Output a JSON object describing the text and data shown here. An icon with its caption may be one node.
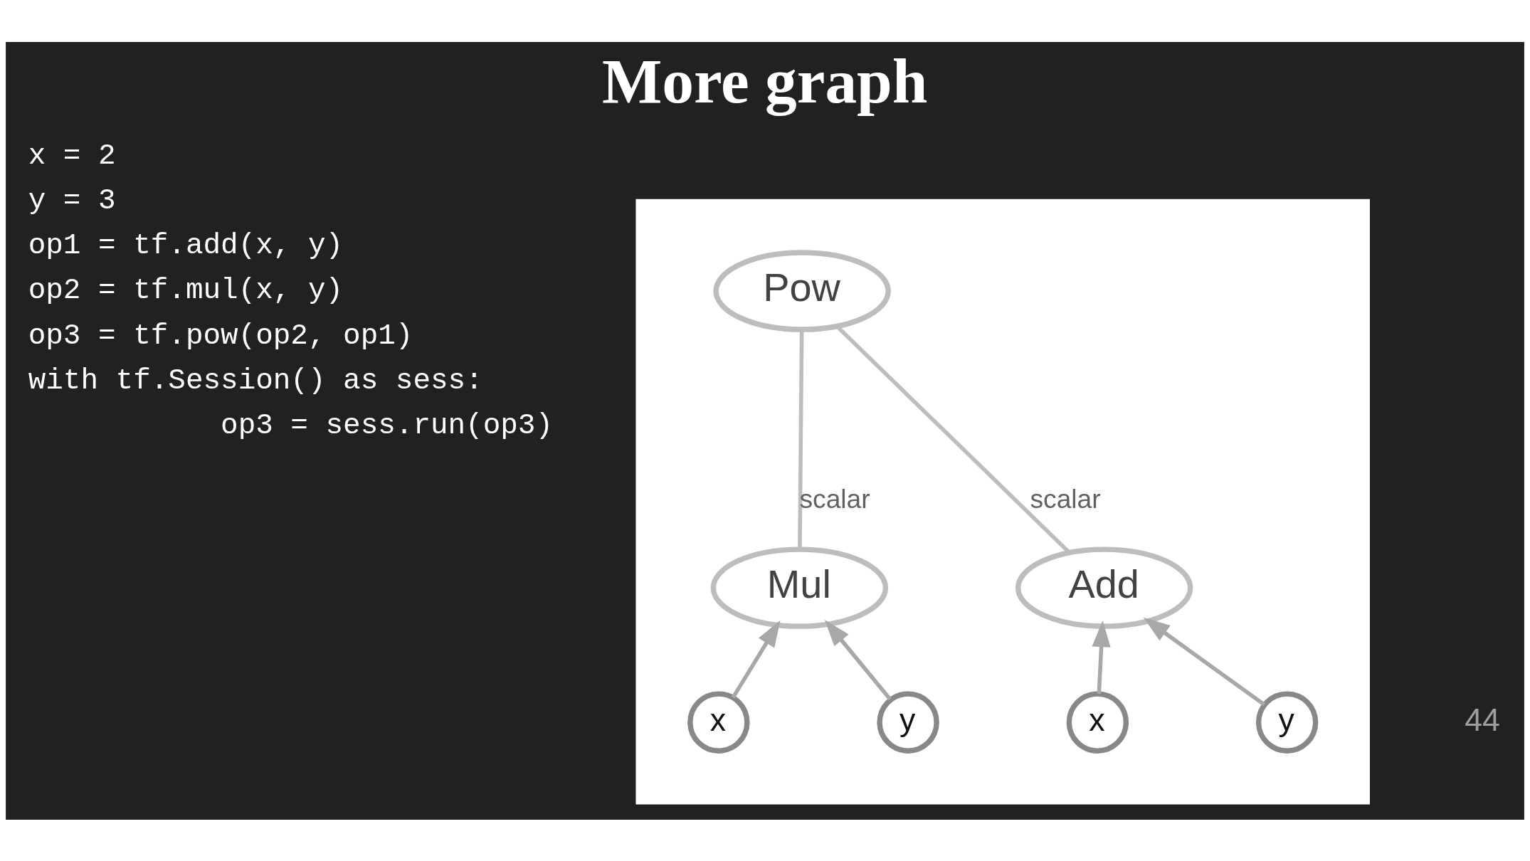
{
  "diagram": {
    "title": "More graph",
    "nodes": [
      {
        "text": [],
        "shape": "box"
      },
      {
        "text": [
          "Pow"
        ],
        "in": 0
      },
      {
        "text": [
          "Mul"
        ],
        "in": 0
      },
      {
        "text": [
          "Add"
        ],
        "in": 0
      },
      {
        "text": [
          "x"
        ],
        "in": 0
      },
      {
        "text": [
          "y"
        ],
        "in": 0
      },
      {
        "text": [
          "x"
        ],
        "in": 0
      },
      {
        "text": [
          "y"
        ],
        "in": 0
      }
    ],
    "edges": [
      {
        "from": 2,
        "to": 1,
        "arrow": "none",
        "label": "scalar",
        "color": "#bdbdbd"
      },
      {
        "from": 3,
        "to": 1,
        "arrow": "none",
        "label": "scalar",
        "color": "#bdbdbd"
      },
      {
        "from": 4,
        "to": 2,
        "arrow": "to"
      },
      {
        "from": 5,
        "to": 2,
        "arrow": "to"
      },
      {
        "from": 6,
        "to": 3,
        "arrow": "to"
      },
      {
        "from": 7,
        "to": 3,
        "arrow": "to"
      }
    ],
    "labels": [
      "x = 2",
      "y = 3",
      "op1 = tf.add(x, y)",
      "op2 = tf.mul(x, y)",
      "op3 = tf.pow(op2, op1)",
      "with tf.Session() as sess:",
      "           op3 = sess.run(op3)",
      "44"
    ]
  }
}
